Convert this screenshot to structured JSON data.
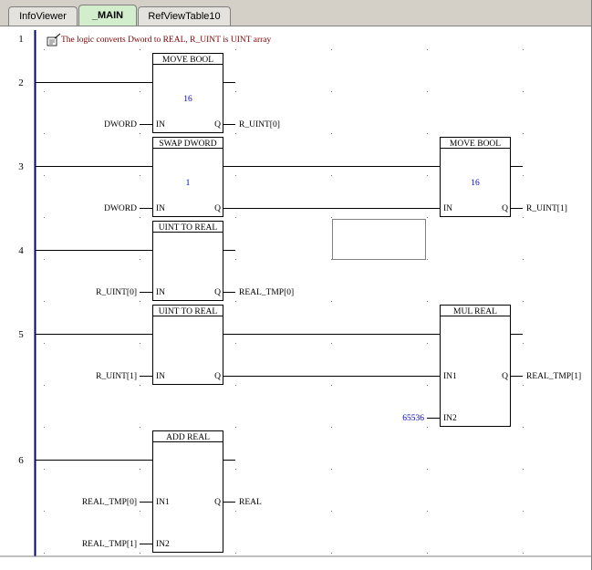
{
  "tabs": [
    {
      "label": "InfoViewer",
      "active": false
    },
    {
      "label": "_MAIN",
      "active": true
    },
    {
      "label": "RefViewTable10",
      "active": false
    }
  ],
  "rung_numbers": [
    "1",
    "2",
    "3",
    "4",
    "5",
    "6"
  ],
  "comment": "The logic converts Dword to REAL, R_UINT is UINT array",
  "blocks": {
    "move_bool_1": {
      "title": "MOVE BOOL",
      "param": "16",
      "in_pin": "IN",
      "out_pin": "Q",
      "in_var": "DWORD",
      "out_var": "R_UINT[0]"
    },
    "swap_dword": {
      "title": "SWAP DWORD",
      "param": "1",
      "in_pin": "IN",
      "out_pin": "Q",
      "in_var": "DWORD"
    },
    "move_bool_2": {
      "title": "MOVE BOOL",
      "param": "16",
      "in_pin": "IN",
      "out_pin": "Q",
      "out_var": "R_UINT[1]"
    },
    "uint_to_real_1": {
      "title": "UINT TO REAL",
      "in_pin": "IN",
      "out_pin": "Q",
      "in_var": "R_UINT[0]",
      "out_var": "REAL_TMP[0]"
    },
    "uint_to_real_2": {
      "title": "UINT TO REAL",
      "in_pin": "IN",
      "out_pin": "Q",
      "in_var": "R_UINT[1]"
    },
    "mul_real": {
      "title": "MUL REAL",
      "in1_pin": "IN1",
      "in2_pin": "IN2",
      "out_pin": "Q",
      "in2_var": "65536",
      "out_var": "REAL_TMP[1]"
    },
    "add_real": {
      "title": "ADD REAL",
      "in1_pin": "IN1",
      "in2_pin": "IN2",
      "out_pin": "Q",
      "in1_var": "REAL_TMP[0]",
      "in2_var": "REAL_TMP[1]",
      "out_var": "REAL"
    }
  },
  "colors": {
    "tab_active": "#d2eecd",
    "rail": "#000080",
    "constant": "#0000c8",
    "comment": "#800000"
  }
}
